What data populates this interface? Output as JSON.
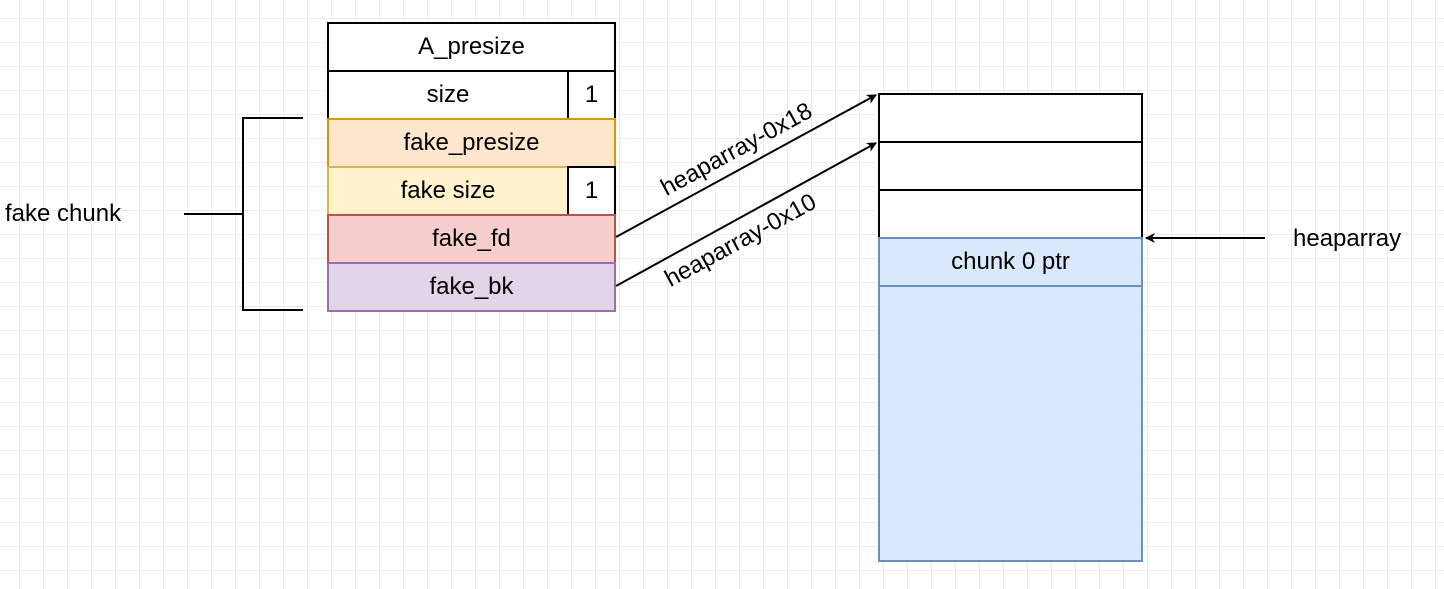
{
  "left_stack": {
    "a_presize": "A_presize",
    "size": "size",
    "size_flag": "1",
    "fake_presize": "fake_presize",
    "fake_size": "fake size",
    "fake_size_flag": "1",
    "fake_fd": "fake_fd",
    "fake_bk": "fake_bk"
  },
  "right_stack": {
    "chunk0_ptr": "chunk 0 ptr"
  },
  "labels": {
    "fake_chunk": "fake chunk",
    "heaparray": "heaparray",
    "arrow_fd": "heaparray-0x18",
    "arrow_bk": "heaparray-0x10"
  },
  "colors": {
    "fake_presize_fill": "#ffe6cc",
    "fake_presize_stroke": "#d79b00",
    "fake_size_fill": "#fff2cc",
    "fake_size_stroke": "#d6b656",
    "fake_fd_fill": "#f8cecc",
    "fake_fd_stroke": "#b85450",
    "fake_bk_fill": "#e1d5e7",
    "fake_bk_stroke": "#9673a6",
    "chunk_fill": "#dae8fc",
    "chunk_stroke": "#6c8ebf"
  }
}
